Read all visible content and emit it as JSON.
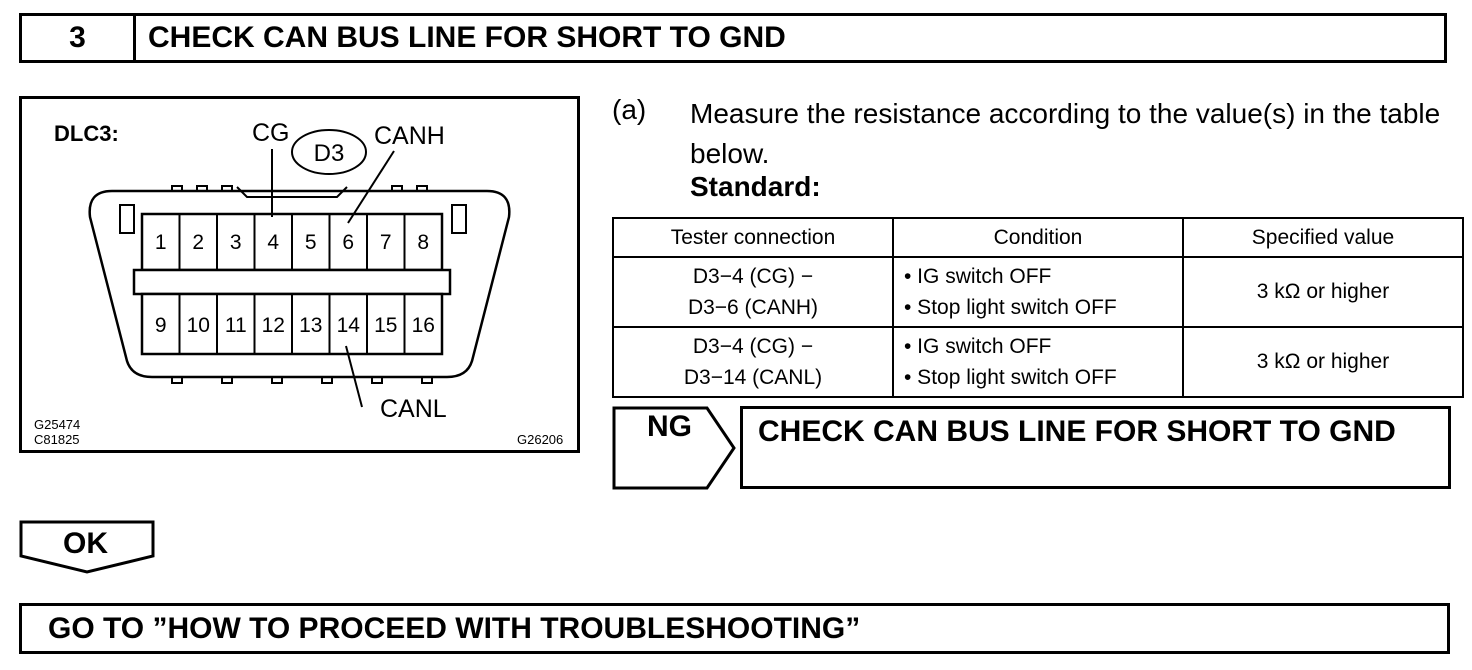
{
  "step": {
    "number": "3",
    "title": "CHECK CAN BUS LINE FOR SHORT TO GND"
  },
  "diagram": {
    "connector_label": "DLC3:",
    "connector_id": "D3",
    "signal_cg": "CG",
    "signal_canh": "CANH",
    "signal_canl": "CANL",
    "pins_top": [
      "1",
      "2",
      "3",
      "4",
      "5",
      "6",
      "7",
      "8"
    ],
    "pins_bottom": [
      "9",
      "10",
      "11",
      "12",
      "13",
      "14",
      "15",
      "16"
    ],
    "ref_codes_left": [
      "G25474",
      "C81825"
    ],
    "ref_code_right": "G26206"
  },
  "instruction": {
    "label": "(a)",
    "text": "Measure the resistance according to the value(s) in the table below.",
    "standard_label": "Standard:"
  },
  "table": {
    "headers": [
      "Tester connection",
      "Condition",
      "Specified value"
    ],
    "rows": [
      {
        "connection_line1": "D3−4 (CG) −",
        "connection_line2": "D3−6 (CANH)",
        "condition_line1": "• IG switch OFF",
        "condition_line2": "• Stop light switch OFF",
        "value": "3 kΩ or higher"
      },
      {
        "connection_line1": "D3−4 (CG) −",
        "connection_line2": "D3−14 (CANL)",
        "condition_line1": "• IG switch OFF",
        "condition_line2": "• Stop light switch OFF",
        "value": "3 kΩ or higher"
      }
    ]
  },
  "ng": {
    "label": "NG",
    "action": "CHECK CAN BUS LINE FOR SHORT TO GND"
  },
  "ok": {
    "label": "OK"
  },
  "goto": {
    "text": "GO TO ”HOW TO PROCEED WITH TROUBLESHOOTING”"
  }
}
